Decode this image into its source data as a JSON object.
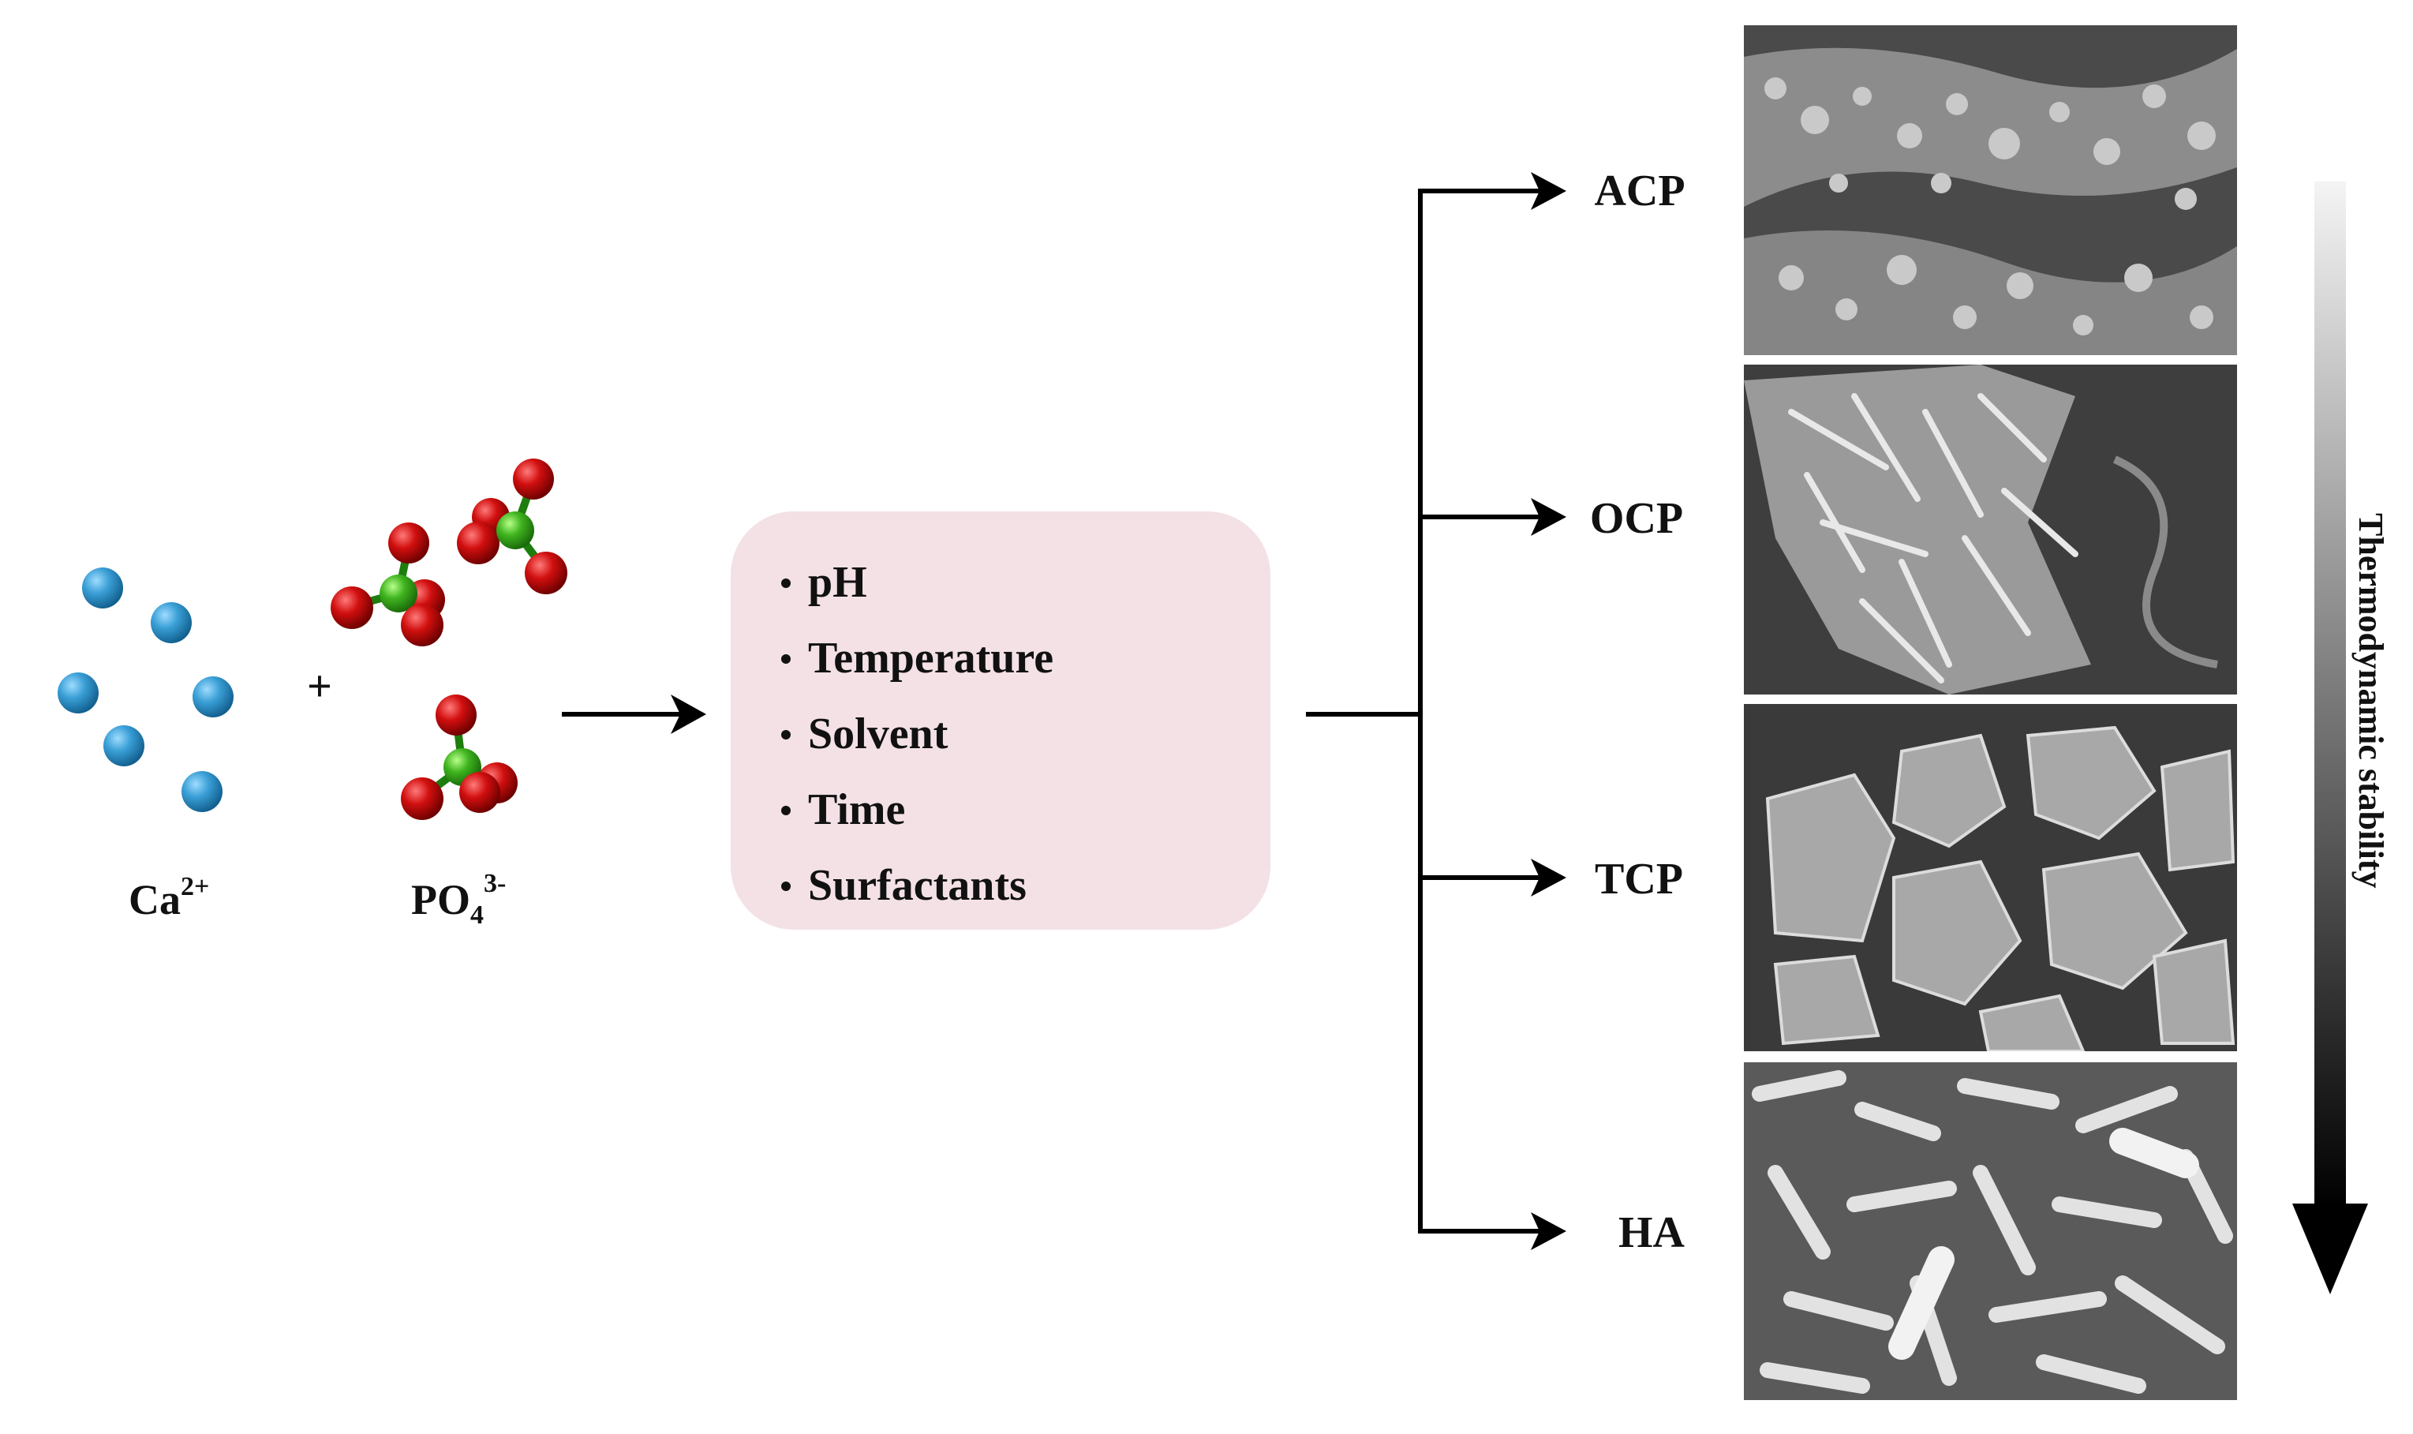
{
  "reactants": {
    "calcium_label": "Ca",
    "calcium_charge": "2+",
    "plus_sign": "+",
    "phosphate_label": "PO",
    "phosphate_subscript": "4",
    "phosphate_charge": "3-"
  },
  "conditions": {
    "items": [
      "pH",
      "Temperature",
      "Solvent",
      "Time",
      "Surfactants"
    ]
  },
  "products": [
    {
      "label": "ACP"
    },
    {
      "label": "OCP"
    },
    {
      "label": "TCP"
    },
    {
      "label": "HA"
    }
  ],
  "stability_axis": {
    "label": "Thermodynamic stability",
    "direction": "increasing downward"
  },
  "colors": {
    "calcium_ion": "#3a9fd6",
    "oxygen_atom": "#d10f0f",
    "phosphorus_atom": "#3fb41f",
    "condition_box": "#f3e1e6",
    "arrow": "#000000"
  }
}
